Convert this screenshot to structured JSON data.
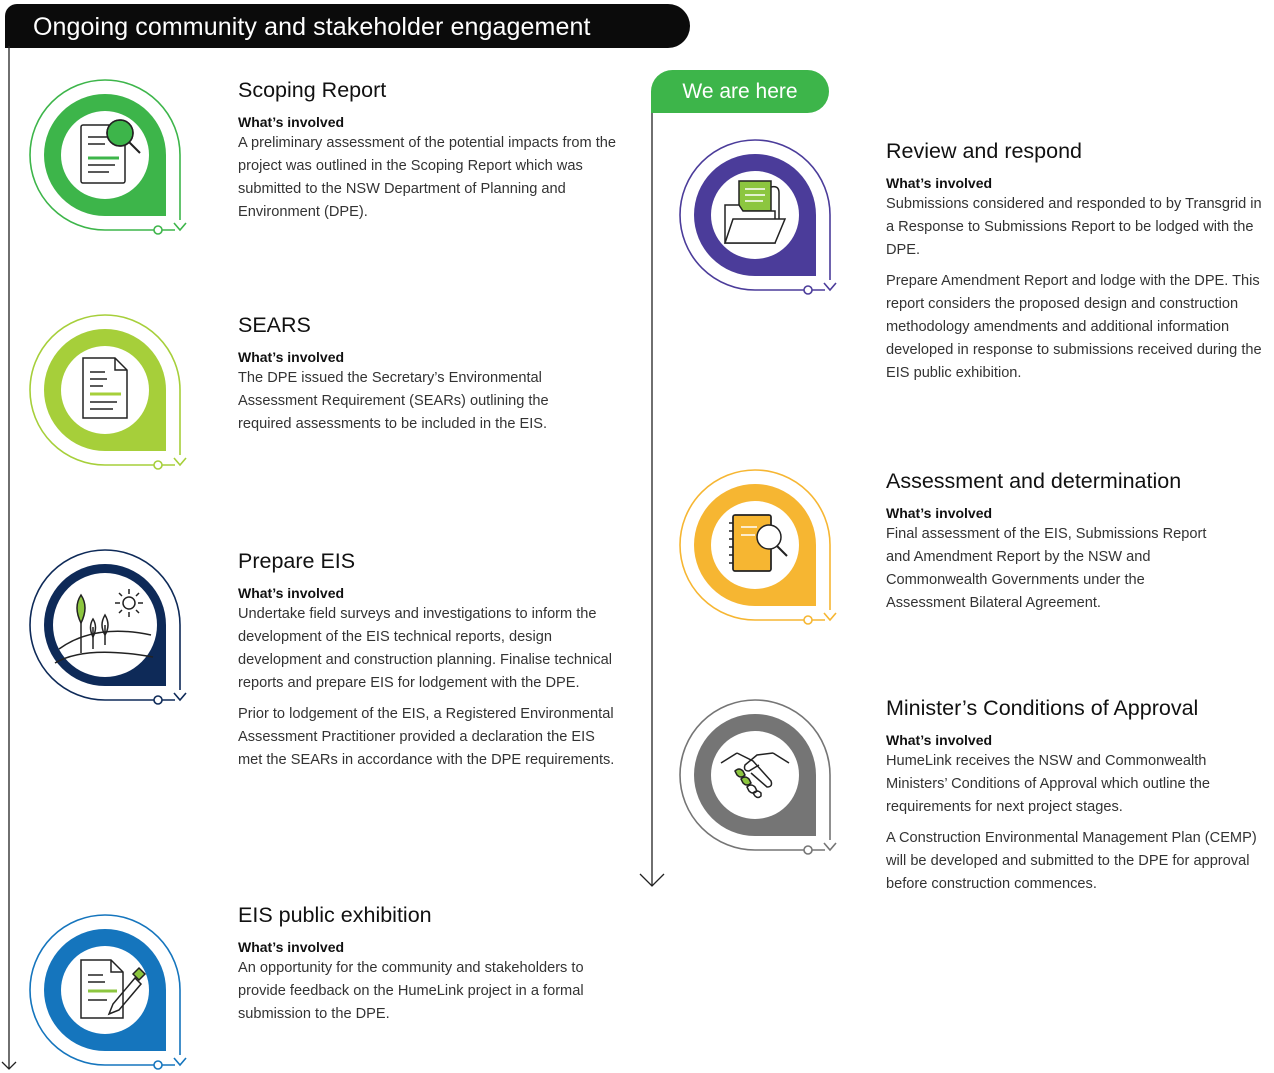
{
  "header": {
    "banner_label": "Ongoing community and stakeholder engagement"
  },
  "marker": {
    "label": "We are here",
    "color": "#3db54a"
  },
  "subheading": "What’s involved",
  "stages": [
    {
      "key": "scoping",
      "title": "Scoping Report",
      "icon": "document-magnifier-icon",
      "color": "#3db54a",
      "paragraphs": [
        "A preliminary assessment of the potential impacts from the project was outlined in the Scoping Report which was submitted to the NSW Department of Planning and Environment (DPE)."
      ]
    },
    {
      "key": "sears",
      "title": "SEARS",
      "icon": "document-icon",
      "color": "#a6cf3a",
      "paragraphs": [
        "The DPE issued the Secretary’s Environmental Assessment Requirement (SEARs) outlining the required assessments to be included in the EIS."
      ]
    },
    {
      "key": "prepare",
      "title": "Prepare EIS",
      "icon": "landscape-icon",
      "color": "#0e2a58",
      "paragraphs": [
        "Undertake field surveys and investigations to inform the development of the EIS technical reports, design development and construction planning. Finalise technical reports and prepare EIS for lodgement with the DPE.",
        "Prior to lodgement of the EIS, a Registered Environmental Assessment Practitioner provided a declaration the EIS met the SEARs in accordance with the DPE requirements."
      ]
    },
    {
      "key": "exhibition",
      "title": "EIS public exhibition",
      "icon": "document-pen-icon",
      "color": "#1575bd",
      "paragraphs": [
        "An opportunity for the community and stakeholders to provide feedback on the HumeLink project in a formal submission to the DPE."
      ]
    },
    {
      "key": "review",
      "title": "Review and respond",
      "icon": "folder-icon",
      "color": "#4b3c9a",
      "paragraphs": [
        "Submissions considered and responded to by Transgrid in a Response to Submissions Report to be lodged with the DPE.",
        "Prepare Amendment Report and lodge with the DPE. This report considers the proposed design and construction methodology amendments and additional information developed in response to submissions received during the EIS public exhibition."
      ]
    },
    {
      "key": "assessment",
      "title": "Assessment and determination",
      "icon": "notebook-magnifier-icon",
      "color": "#f6b632",
      "paragraphs": [
        "Final assessment of the EIS, Submissions Report and Amendment Report by the NSW and Commonwealth Governments under the Assessment Bilateral Agreement."
      ]
    },
    {
      "key": "minister",
      "title": "Minister’s Conditions of Approval",
      "icon": "handshake-icon",
      "color": "#757575",
      "paragraphs": [
        "HumeLink receives the NSW and Commonwealth Ministers’ Conditions of Approval which outline the requirements for next project stages.",
        "A Construction Environmental Management Plan (CEMP) will be developed and submitted to the DPE for approval before construction commences."
      ]
    }
  ]
}
